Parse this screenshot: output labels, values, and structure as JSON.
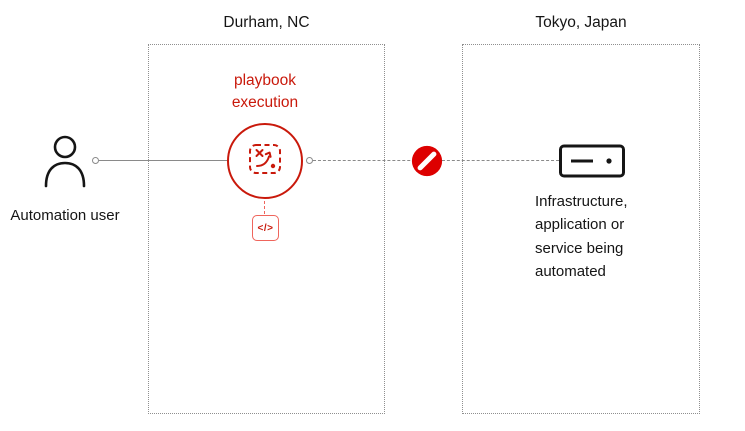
{
  "regions": {
    "durham": {
      "label": "Durham, NC"
    },
    "tokyo": {
      "label": "Tokyo, Japan"
    }
  },
  "nodes": {
    "user": {
      "label": "Automation user"
    },
    "playbook": {
      "label": "playbook execution",
      "code_glyph": "</>"
    },
    "server": {
      "label": "Infrastructure, application or service being automated"
    }
  },
  "connections": {
    "user_to_playbook": {
      "style": "solid"
    },
    "playbook_to_server": {
      "style": "dashed",
      "status": "blocked"
    }
  },
  "colors": {
    "accent_red": "#c9190b",
    "light_red": "#ef655c",
    "blocked_red": "#dd0000",
    "ink": "#151515",
    "line_gray": "#8a8a8a",
    "box_border_gray": "#8f8f8f"
  }
}
